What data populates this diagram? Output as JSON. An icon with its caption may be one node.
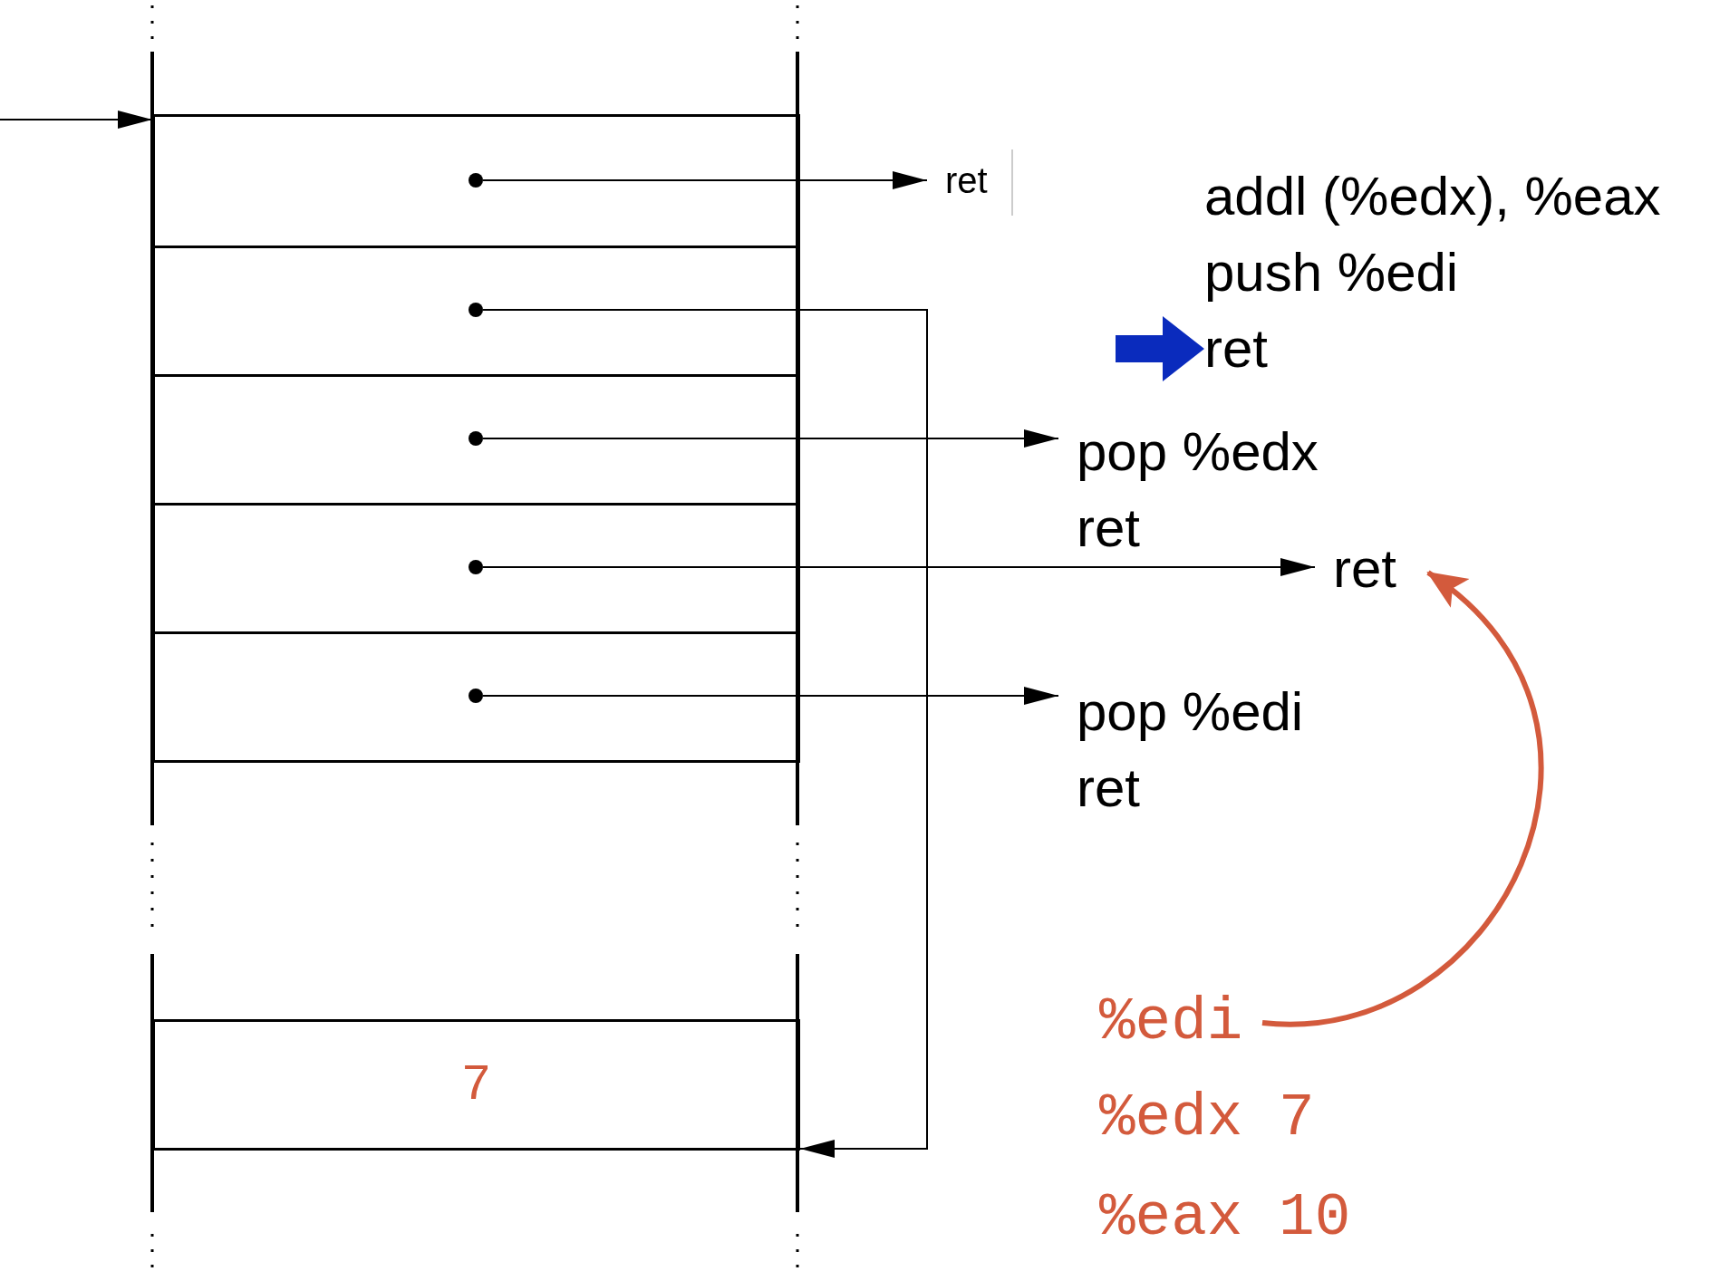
{
  "diagram": {
    "nodes": [
      {
        "text": [],
        "shape": "box"
      },
      {
        "text": [],
        "shape": "box"
      },
      {
        "text": [],
        "shape": "box"
      },
      {
        "text": [],
        "shape": "box"
      },
      {
        "text": [],
        "shape": "box"
      },
      {
        "text": [
          "7"
        ]
      },
      {
        "text": [],
        "shape": "circle",
        "in": 0
      },
      {
        "text": [],
        "shape": "circle",
        "in": 1
      },
      {
        "text": [],
        "shape": "circle",
        "in": 2
      },
      {
        "text": [],
        "shape": "circle",
        "in": 3
      },
      {
        "text": [],
        "shape": "circle",
        "in": 4
      },
      {
        "text": [
          "ret"
        ]
      },
      {
        "text": [
          "addl (%edx), %eax",
          "push %edi",
          "ret"
        ]
      },
      {
        "text": [
          "pop %edx",
          "ret"
        ]
      },
      {
        "text": [
          "ret"
        ]
      },
      {
        "text": [
          "pop %edi",
          "ret"
        ]
      },
      {
        "text": [
          "%edi"
        ]
      }
    ],
    "edges": [
      {
        "from": null,
        "to": 0,
        "arrow": "to"
      },
      {
        "from": 6,
        "to": 11,
        "arrow": "to"
      },
      {
        "from": 7,
        "to": 5,
        "arrow": "to"
      },
      {
        "from": 8,
        "to": 13,
        "arrow": "to"
      },
      {
        "from": 9,
        "to": 14,
        "arrow": "to"
      },
      {
        "from": 10,
        "to": 15,
        "arrow": "to"
      },
      {
        "from": 16,
        "to": 14,
        "arrow": "to",
        "style": "thick",
        "color": "#d35a3c"
      },
      {
        "from": null,
        "to": 12,
        "arrow": "to",
        "style": "thick",
        "color": "#0a2bbd"
      }
    ],
    "labels": [
      "%edx 7",
      "%eax 10"
    ]
  }
}
